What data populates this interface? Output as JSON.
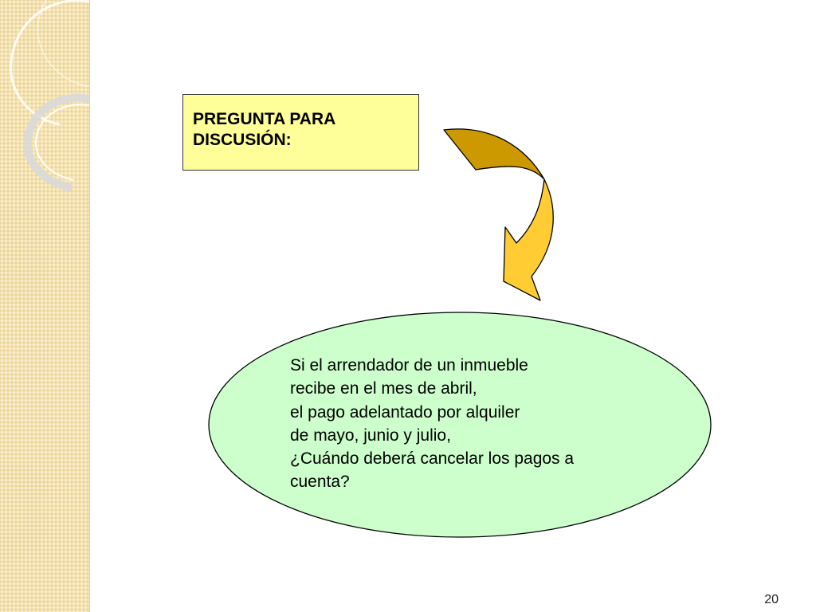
{
  "question_box": {
    "title": "PREGUNTA PARA\nDISCUSIÓN:",
    "fill_color": "#ffff99"
  },
  "ellipse": {
    "fill_color": "#ccffcc",
    "lines": [
      "Si el arrendador de un inmueble",
      "recibe en el mes de abril,",
      "el pago adelantado por alquiler",
      "de mayo, junio y julio,",
      "¿Cuándo deberá cancelar los pagos a",
      "cuenta?"
    ]
  },
  "arrow": {
    "icon": "curved-arrow-icon",
    "top_color": "#cc9900",
    "bottom_color": "#ffcc33"
  },
  "page_number": "20"
}
